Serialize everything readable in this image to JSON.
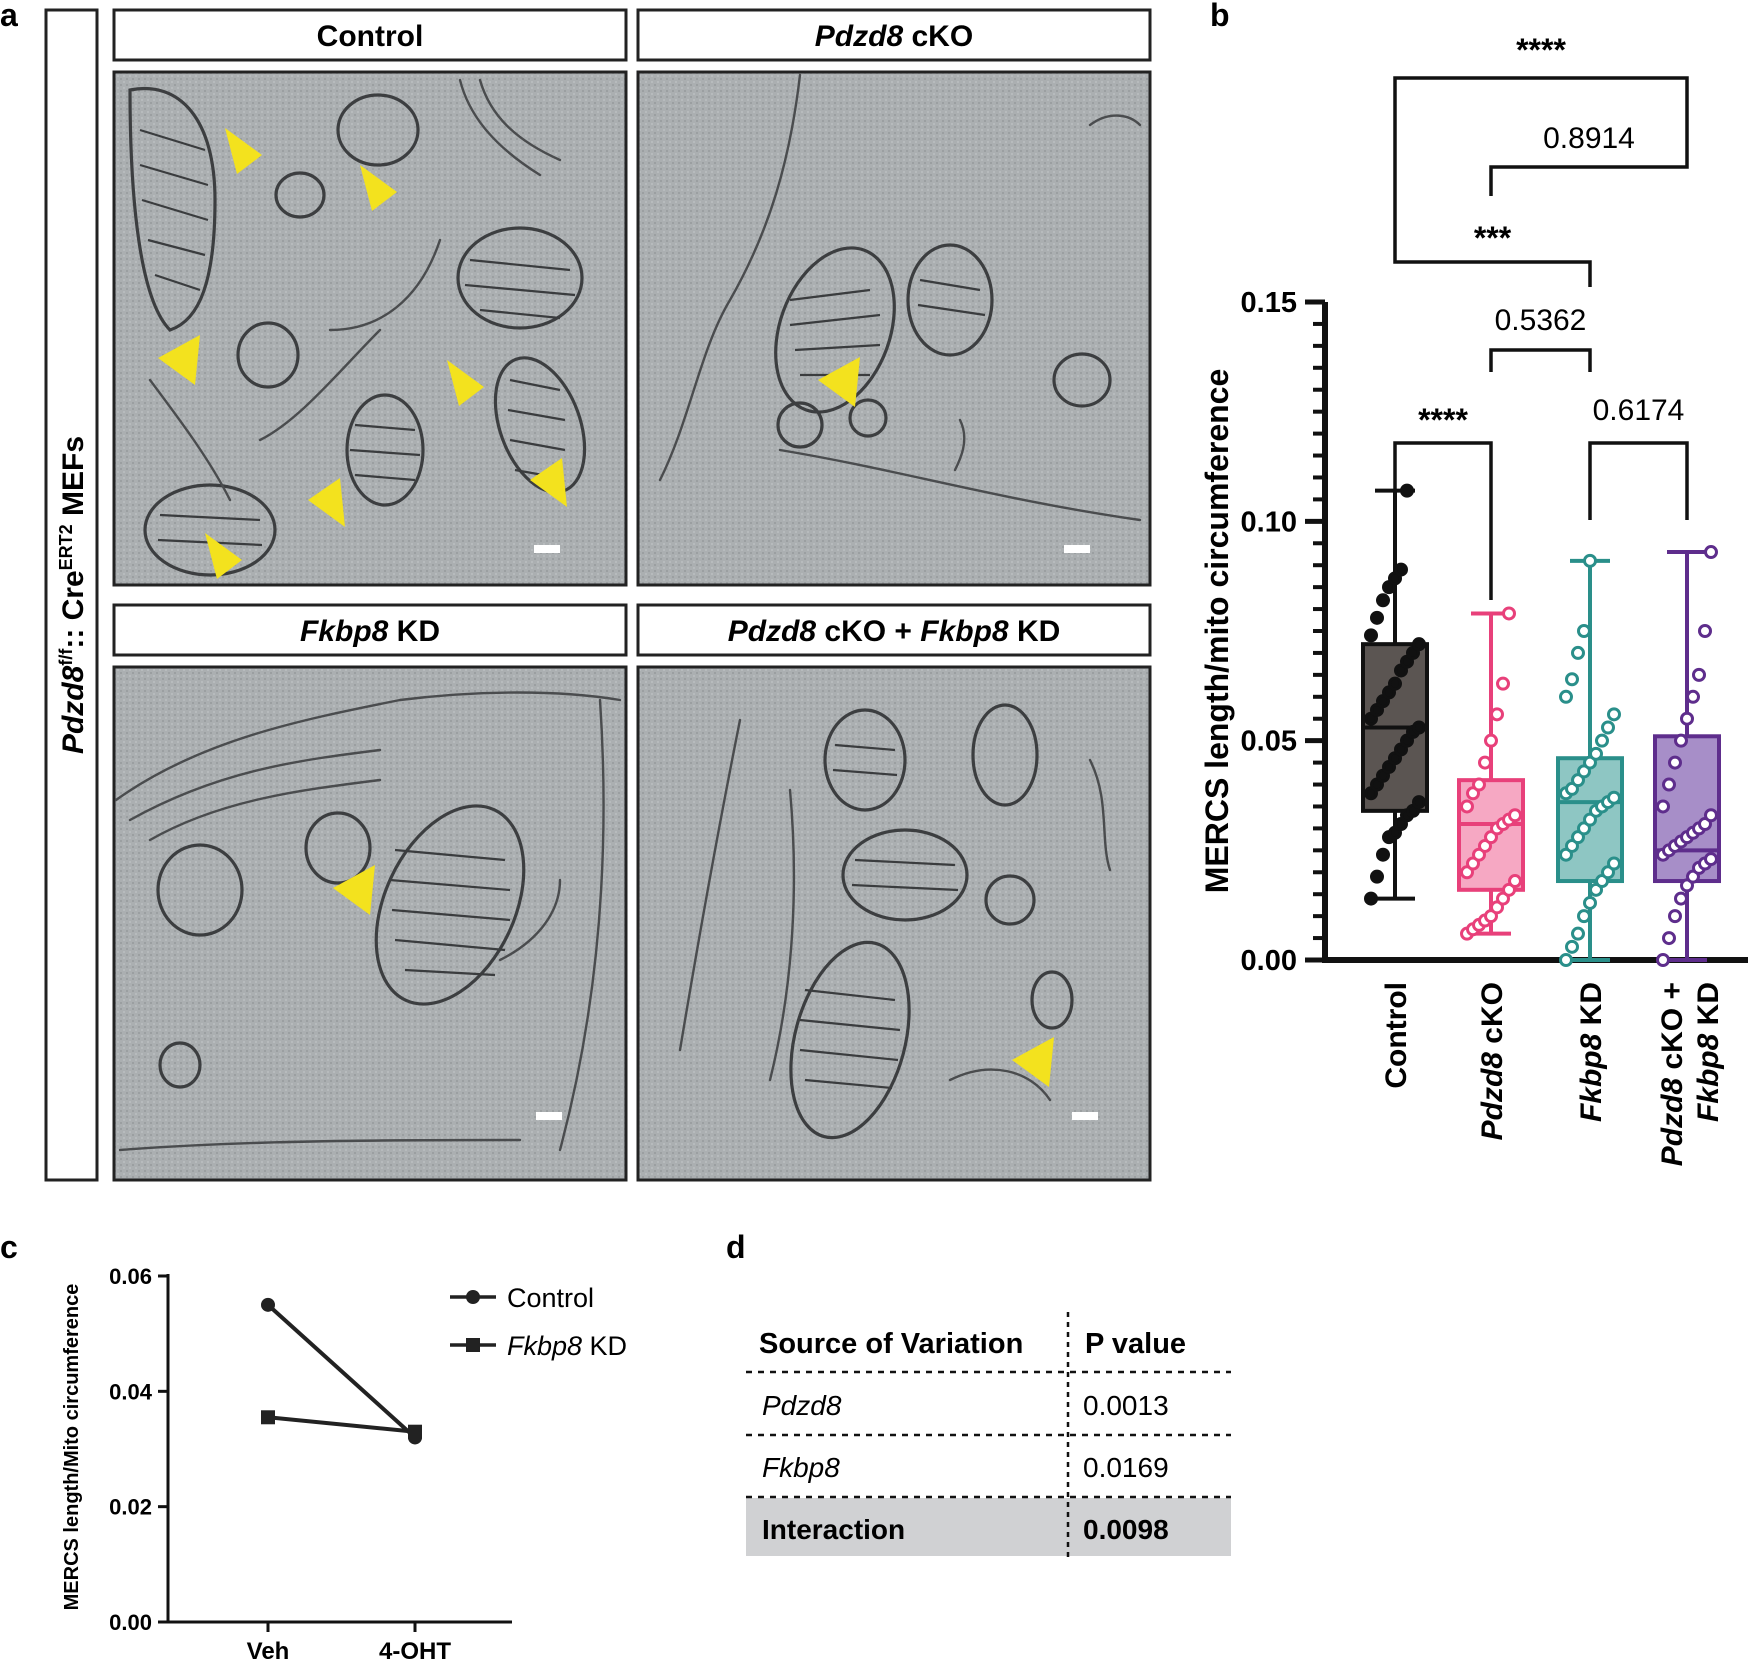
{
  "panel_letters": {
    "a": "a",
    "b": "b",
    "c": "c",
    "d": "d"
  },
  "panel_a": {
    "side_label": {
      "gene": "Pdzd8",
      "sup1": "f/f",
      "mid": ":: Cre",
      "sup2": "ERT2",
      "tail": " MEFs"
    },
    "titles": [
      {
        "italic": "",
        "plain": "Control"
      },
      {
        "italic": "Pdzd8",
        "plain": " cKO"
      },
      {
        "italic": "Fkbp8",
        "plain": " KD"
      },
      {
        "italic": "Pdzd8",
        "plain": " cKO + ",
        "italic2": "Fkbp8",
        "plain2": " KD"
      }
    ]
  },
  "colors": {
    "control": "#111111",
    "pdzd8_cko": "#e8407a",
    "fkbp8_kd": "#2a8f8a",
    "double": "#5e2d8c",
    "arrow": "#f3e21e",
    "table_highlight": "#d0d1d3"
  },
  "chart_data": [
    {
      "panel": "b",
      "type": "box",
      "ylabel": "MERCS length/mito circumference",
      "ylim": [
        0,
        0.15
      ],
      "yticks": [
        "0.00",
        "0.05",
        "0.10",
        "0.15"
      ],
      "categories": [
        {
          "italic": "",
          "plain": "Control"
        },
        {
          "italic": "Pdzd8",
          "plain": " cKO"
        },
        {
          "italic": "Fkbp8",
          "plain": " KD"
        },
        {
          "italic": "Pdzd8",
          "plain": " cKO +",
          "italic2": "Fkbp8",
          "plain2": " KD"
        }
      ],
      "boxes": [
        {
          "min": 0.014,
          "q1": 0.034,
          "median": 0.053,
          "q3": 0.072,
          "max": 0.107
        },
        {
          "min": 0.006,
          "q1": 0.016,
          "median": 0.031,
          "q3": 0.041,
          "max": 0.079
        },
        {
          "min": 0.0,
          "q1": 0.018,
          "median": 0.036,
          "q3": 0.046,
          "max": 0.091
        },
        {
          "min": 0.0,
          "q1": 0.018,
          "median": 0.025,
          "q3": 0.051,
          "max": 0.093
        }
      ],
      "points": [
        [
          0.014,
          0.019,
          0.024,
          0.028,
          0.029,
          0.031,
          0.033,
          0.034,
          0.036,
          0.038,
          0.04,
          0.042,
          0.044,
          0.046,
          0.048,
          0.05,
          0.052,
          0.053,
          0.055,
          0.057,
          0.059,
          0.061,
          0.063,
          0.066,
          0.068,
          0.07,
          0.072,
          0.074,
          0.078,
          0.082,
          0.085,
          0.087,
          0.089,
          0.107
        ],
        [
          0.006,
          0.007,
          0.008,
          0.009,
          0.01,
          0.012,
          0.014,
          0.016,
          0.018,
          0.02,
          0.022,
          0.024,
          0.026,
          0.028,
          0.03,
          0.031,
          0.032,
          0.033,
          0.035,
          0.038,
          0.04,
          0.045,
          0.05,
          0.056,
          0.063,
          0.079
        ],
        [
          0.0,
          0.003,
          0.006,
          0.01,
          0.013,
          0.016,
          0.018,
          0.02,
          0.022,
          0.024,
          0.026,
          0.028,
          0.03,
          0.032,
          0.034,
          0.035,
          0.036,
          0.037,
          0.038,
          0.039,
          0.041,
          0.043,
          0.045,
          0.047,
          0.05,
          0.053,
          0.056,
          0.06,
          0.064,
          0.07,
          0.075,
          0.091
        ],
        [
          0.0,
          0.005,
          0.01,
          0.014,
          0.017,
          0.019,
          0.021,
          0.022,
          0.023,
          0.024,
          0.025,
          0.026,
          0.027,
          0.028,
          0.029,
          0.03,
          0.031,
          0.033,
          0.035,
          0.04,
          0.045,
          0.05,
          0.055,
          0.06,
          0.065,
          0.075,
          0.093
        ]
      ],
      "comparisons": [
        {
          "a": 0,
          "b": 3,
          "label": "****"
        },
        {
          "a": 1,
          "b": 3,
          "label": "0.8914"
        },
        {
          "a": 0,
          "b": 2,
          "label": "***"
        },
        {
          "a": 1,
          "b": 2,
          "label": "0.5362"
        },
        {
          "a": 0,
          "b": 1,
          "label": "****"
        },
        {
          "a": 2,
          "b": 3,
          "label": "0.6174"
        }
      ]
    },
    {
      "panel": "c",
      "type": "line",
      "ylabel": "MERCS length/Mito circumference",
      "ylim": [
        0,
        0.06
      ],
      "yticks": [
        "0.00",
        "0.02",
        "0.04",
        "0.06"
      ],
      "categories": [
        "Veh",
        "4-OHT"
      ],
      "series": [
        {
          "name": "Control",
          "marker": "circle",
          "values": [
            0.055,
            0.032
          ]
        },
        {
          "name_italic": "Fkbp8",
          "name": " KD",
          "marker": "square",
          "values": [
            0.0355,
            0.033
          ]
        }
      ]
    }
  ],
  "table_d": {
    "headers": [
      "Source of Variation",
      "P value"
    ],
    "rows": [
      {
        "source": "Pdzd8",
        "p": "0.0013"
      },
      {
        "source": "Fkbp8",
        "p": "0.0169"
      },
      {
        "source": "Interaction",
        "p": "0.0098"
      }
    ]
  }
}
